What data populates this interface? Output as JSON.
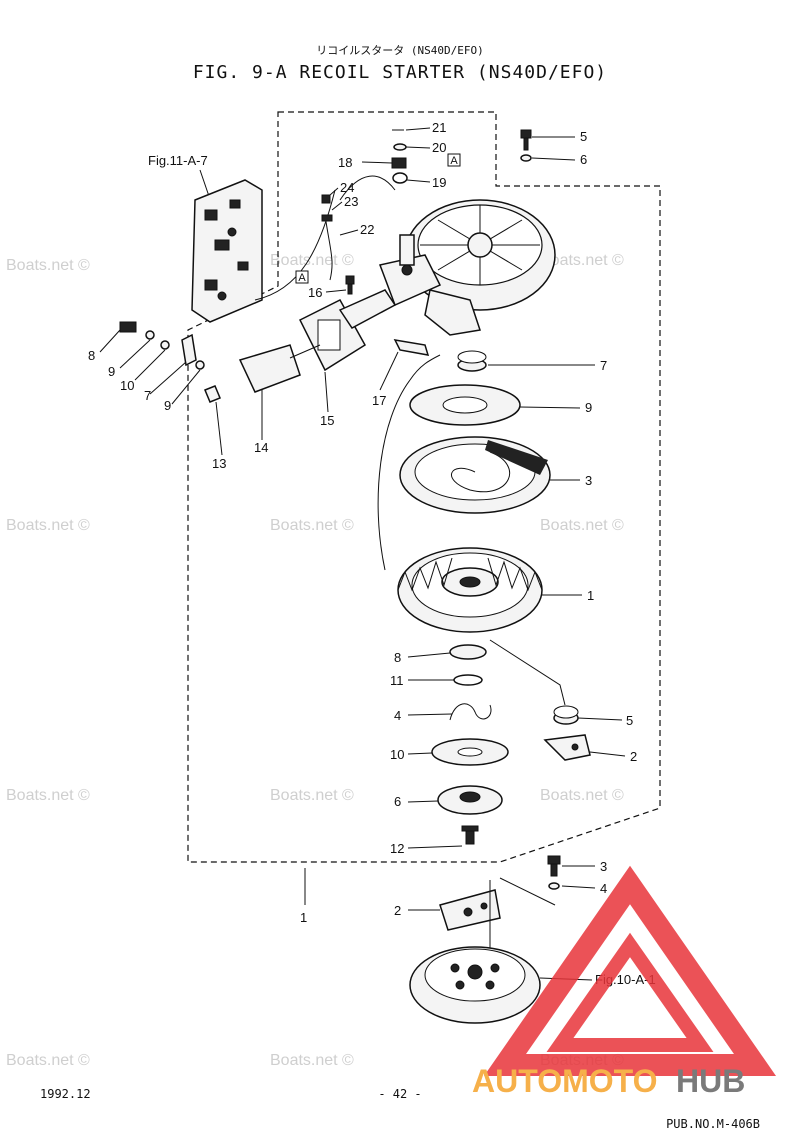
{
  "header": {
    "subtitle_jp": "リコイルスタータ (NS40D/EFO)",
    "title": "FIG. 9-A RECOIL STARTER (NS40D/EFO)"
  },
  "footer": {
    "date": "1992.12",
    "page": "- 42 -",
    "pub_no": "PUB.NO.M-406B"
  },
  "watermark": "Boats.net ©",
  "logo": {
    "text_a": "AUTOMOTO",
    "text_b": "HUB",
    "colors": {
      "triangle": "#e8343a",
      "text_a": "#f6b04a",
      "text_b": "#7a7a7a"
    }
  },
  "references": {
    "fig_11": "Fig.11-A-7",
    "fig_10": "Fig.10-A-1",
    "box_a": "A"
  },
  "callouts": [
    "21",
    "20",
    "18",
    "19",
    "5",
    "6",
    "24",
    "23",
    "22",
    "16",
    "8",
    "9",
    "10",
    "7",
    "9",
    "13",
    "14",
    "15",
    "17",
    "7",
    "9",
    "3",
    "1",
    "8",
    "11",
    "4",
    "5",
    "10",
    "2",
    "6",
    "12",
    "3",
    "4",
    "1",
    "2"
  ]
}
